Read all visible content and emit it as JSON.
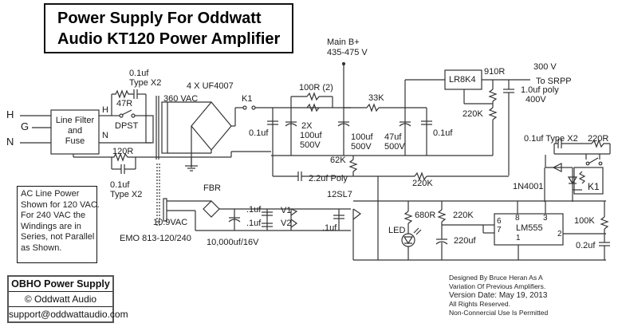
{
  "title": {
    "line1": "Power Supply For Oddwatt",
    "line2": "Audio KT120 Power Amplifier"
  },
  "mains": {
    "hot_label": "H",
    "ground_label": "G",
    "neutral_label": "N",
    "filter_lines": [
      "Line Filter",
      "and",
      "Fuse"
    ],
    "filter_h": "H",
    "filter_n": "N",
    "switch_label": "DPST",
    "r47": "47R",
    "c_snubber_value": "0.1uf",
    "c_snubber_type": "Type X2",
    "r120": "120R",
    "c_snubber2_value": "0.1uf",
    "c_snubber2_type": "Type X2"
  },
  "transformer": {
    "secondary_hv": "360 VAC",
    "secondary_lv": "10.9VAC",
    "part": "EMO 813-120/240"
  },
  "rectifier": {
    "label": "4 X UF4007",
    "relay_contact": "K1"
  },
  "hv_filter": {
    "c1": "0.1uf",
    "c2_lines": [
      "2X",
      "100uf",
      "500V"
    ],
    "r_parallel": "100R (2)",
    "main_bplus_lines": [
      "Main B+",
      "435-475 V"
    ],
    "c3_lines": [
      "100uf",
      "500V"
    ],
    "r33k": "33K",
    "c4_lines": [
      "47uf",
      "500V"
    ],
    "c5": "0.1uf",
    "r62k": "62K",
    "c_poly": "2.2uf Poly",
    "r220k_bias": "220K"
  },
  "srpp_supply": {
    "regulator": "LR8K4",
    "r910": "910R",
    "r220k": "220K",
    "out_voltage": "300 V",
    "out_target": "To SRPP",
    "c_out_lines": [
      "1.0uf poly",
      "400V"
    ]
  },
  "relay_circuit": {
    "c_label": "0.1uf Type X2",
    "r_label": "220R",
    "relay": "K1",
    "diode": "1N4001"
  },
  "heater_supply": {
    "bridge": "FBR",
    "c_big": "10,000uf/16V",
    "c_v1": ".1uf",
    "c_v2": ".1uf",
    "v1": "V1",
    "v2": "V2",
    "tube": "12SL7",
    "c_tube": ".1uf"
  },
  "timer": {
    "led": "LED",
    "r680": "680R",
    "r220k": "220K",
    "c220": "220uf",
    "ic": "LM555",
    "pin6": "6",
    "pin7": "7",
    "pin8": "8",
    "pin3": "3",
    "pin2": "2",
    "pin1": "1",
    "r100k": "100K",
    "c02": "0.2uf"
  },
  "note": {
    "lines": [
      "AC Line Power",
      "Shown for 120 VAC.",
      "For 240 VAC the",
      "Windings are in",
      "Series, not Parallel",
      "as Shown."
    ]
  },
  "info": {
    "name": "OBHO Power Supply",
    "copyright": "© Oddwatt Audio",
    "email": "support@oddwattaudio.com"
  },
  "credits": {
    "line1": "Designed By Bruce Heran As A",
    "line2": "Variation Of Previous Amplifiers.",
    "line3": "Version Date:  May 19, 2013",
    "line4": "All Rights Reserved.",
    "line5": "Non-Connercial Use Is Permitted"
  },
  "colors": {
    "wire": "#333333",
    "text": "#1a1a1a"
  }
}
